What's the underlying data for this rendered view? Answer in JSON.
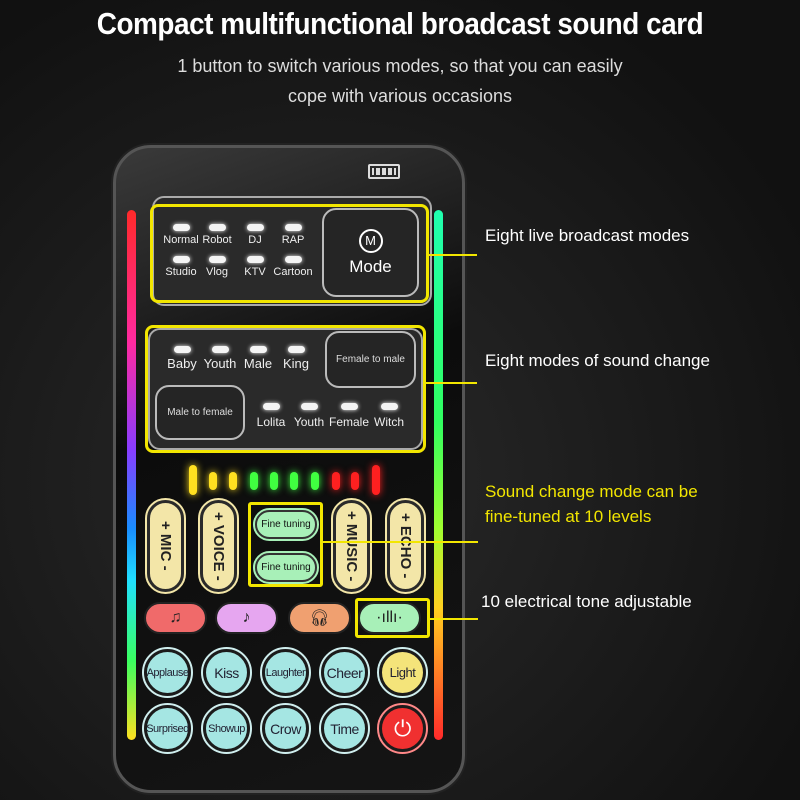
{
  "header": {
    "title": "Compact multifunctional broadcast sound card",
    "subtitle_lines": [
      "1 button to switch various modes, so that you can easily",
      "cope with various occasions"
    ]
  },
  "device": {
    "broadcast_modes": [
      "Normal",
      "Robot",
      "DJ",
      "RAP",
      "Studio",
      "Vlog",
      "KTV",
      "Cartoon"
    ],
    "mode_button": {
      "icon": "M",
      "label": "Mode"
    },
    "voice_modes_top": [
      "Baby",
      "Youth",
      "Male",
      "King"
    ],
    "voice_modes_bottom": [
      "Lolita",
      "Youth",
      "Female",
      "Witch"
    ],
    "female_to_male": "Female to male",
    "male_to_female": "Male to female",
    "meter_colors": [
      "#ffe020",
      "#ffe020",
      "#ffe020",
      "#40ff40",
      "#40ff40",
      "#40ff40",
      "#40ff40",
      "#ff2020",
      "#ff2020",
      "#ff2020"
    ],
    "sliders": [
      {
        "label": "+ MIC -"
      },
      {
        "label": "+ VOICE -"
      },
      {
        "label": "+ MUSIC -"
      },
      {
        "label": "+ ECHO -"
      }
    ],
    "fine_tuning": [
      "Fine tuning",
      "Fine tuning"
    ],
    "function_buttons": [
      {
        "icon": "music-note-icon",
        "glyph": "♫",
        "color": "#f06a6a"
      },
      {
        "icon": "dance-icon",
        "glyph": "♪",
        "color": "#e6a6f0"
      },
      {
        "icon": "headset-icon",
        "glyph": "🎧︎",
        "color": "#f0a070"
      },
      {
        "icon": "soundwave-icon",
        "glyph": "·ıllı·",
        "color": "#a8f0b8"
      }
    ],
    "effect_buttons": [
      "Applause",
      "Kiss",
      "Laughter",
      "Cheer",
      "Light",
      "Surprised",
      "Showup",
      "Crow",
      "Time"
    ],
    "power_icon": "⏻"
  },
  "callouts": [
    "Eight live broadcast modes",
    "Eight modes of sound change",
    "Sound change mode can be",
    "fine-tuned at 10 levels",
    "10 electrical tone adjustable"
  ],
  "colors": {
    "highlight": "#f2e600"
  }
}
